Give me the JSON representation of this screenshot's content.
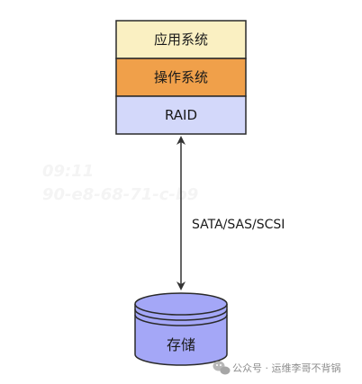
{
  "stack": {
    "layers": [
      {
        "label": "应用系统",
        "fill": "#faf0c2"
      },
      {
        "label": "操作系统",
        "fill": "#f0a04a"
      },
      {
        "label": "RAID",
        "fill": "#d3d8fa"
      }
    ],
    "stroke": "#2a2a2a"
  },
  "connection": {
    "label": "SATA/SAS/SCSI",
    "direction": "bidirectional",
    "color": "#333333"
  },
  "storage": {
    "label": "存储",
    "shape": "cylinder",
    "fill": "#a4a7f7",
    "stroke": "#2a2a2a"
  },
  "watermarks": {
    "faint_lines": [
      "09:11",
      "90-e8-68-71-c-b9"
    ],
    "account_text": "公众号 · 运维李哥不背锅",
    "account_icon": "wechat-icon"
  }
}
